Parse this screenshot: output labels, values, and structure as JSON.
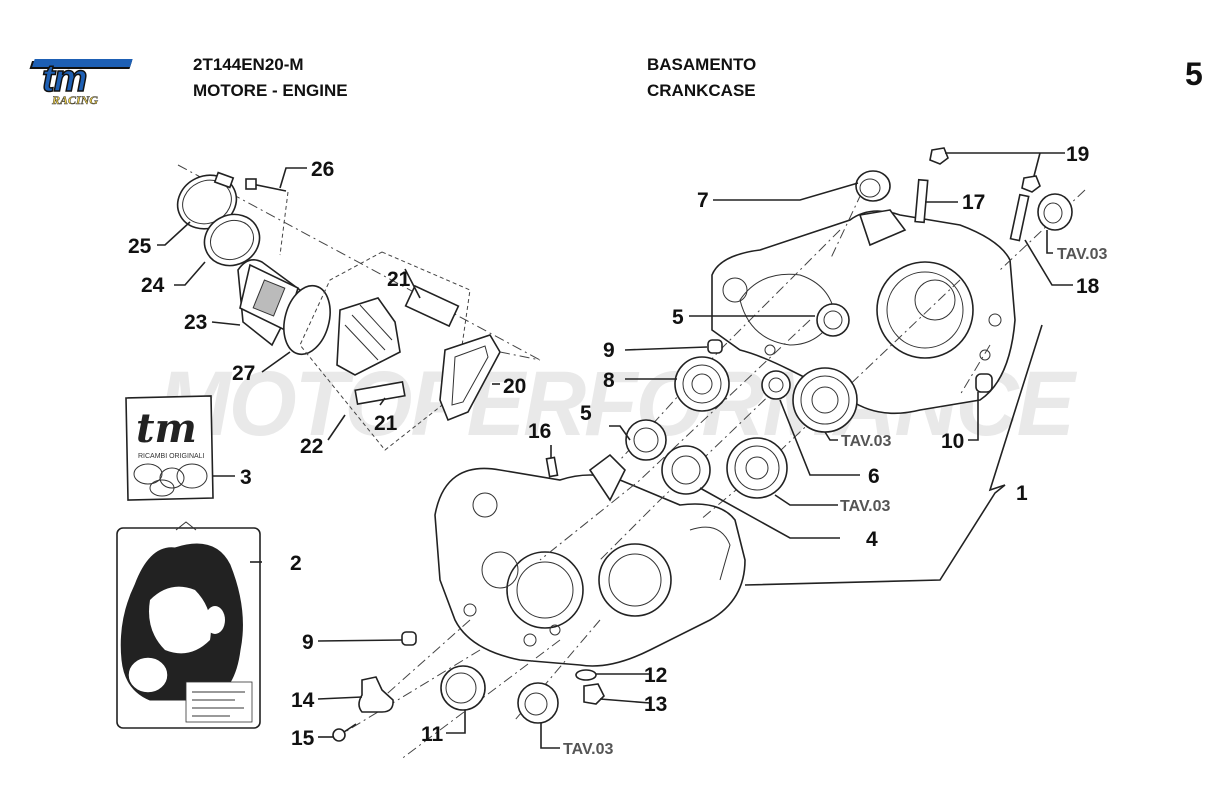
{
  "header": {
    "brand": {
      "logo_text": "tm",
      "logo_subtext": "RACING",
      "brand_color": "#1d5fb4",
      "subtext_color": "#f2d34a"
    },
    "part_code": "2T144EN20-M",
    "group_it_en": "MOTORE - ENGINE",
    "section_it": "BASAMENTO",
    "section_en": "CRANKCASE",
    "page_number": "5"
  },
  "watermark": "MOTOPERFORMANCE",
  "kit_labels": {
    "seal_kit_brand": "tm",
    "seal_kit_caption": "RICAMBI ORIGINALI"
  },
  "callouts": [
    {
      "id": "1",
      "label": "1"
    },
    {
      "id": "2",
      "label": "2"
    },
    {
      "id": "3",
      "label": "3"
    },
    {
      "id": "4",
      "label": "4"
    },
    {
      "id": "5a",
      "label": "5"
    },
    {
      "id": "5b",
      "label": "5"
    },
    {
      "id": "6",
      "label": "6"
    },
    {
      "id": "7",
      "label": "7"
    },
    {
      "id": "8",
      "label": "8"
    },
    {
      "id": "9a",
      "label": "9"
    },
    {
      "id": "9b",
      "label": "9"
    },
    {
      "id": "10",
      "label": "10"
    },
    {
      "id": "11",
      "label": "11"
    },
    {
      "id": "12",
      "label": "12"
    },
    {
      "id": "13",
      "label": "13"
    },
    {
      "id": "14",
      "label": "14"
    },
    {
      "id": "15",
      "label": "15"
    },
    {
      "id": "16",
      "label": "16"
    },
    {
      "id": "17",
      "label": "17"
    },
    {
      "id": "18",
      "label": "18"
    },
    {
      "id": "19",
      "label": "19"
    },
    {
      "id": "20",
      "label": "20"
    },
    {
      "id": "21a",
      "label": "21"
    },
    {
      "id": "21b",
      "label": "21"
    },
    {
      "id": "22",
      "label": "22"
    },
    {
      "id": "23",
      "label": "23"
    },
    {
      "id": "24",
      "label": "24"
    },
    {
      "id": "25",
      "label": "25"
    },
    {
      "id": "26",
      "label": "26"
    },
    {
      "id": "27",
      "label": "27"
    }
  ],
  "references": [
    {
      "id": "tav-top-right",
      "label": "TAV.03"
    },
    {
      "id": "tav-bearing-6",
      "label": "TAV.03"
    },
    {
      "id": "tav-bearing-4",
      "label": "TAV.03"
    },
    {
      "id": "tav-bottom",
      "label": "TAV.03"
    }
  ]
}
